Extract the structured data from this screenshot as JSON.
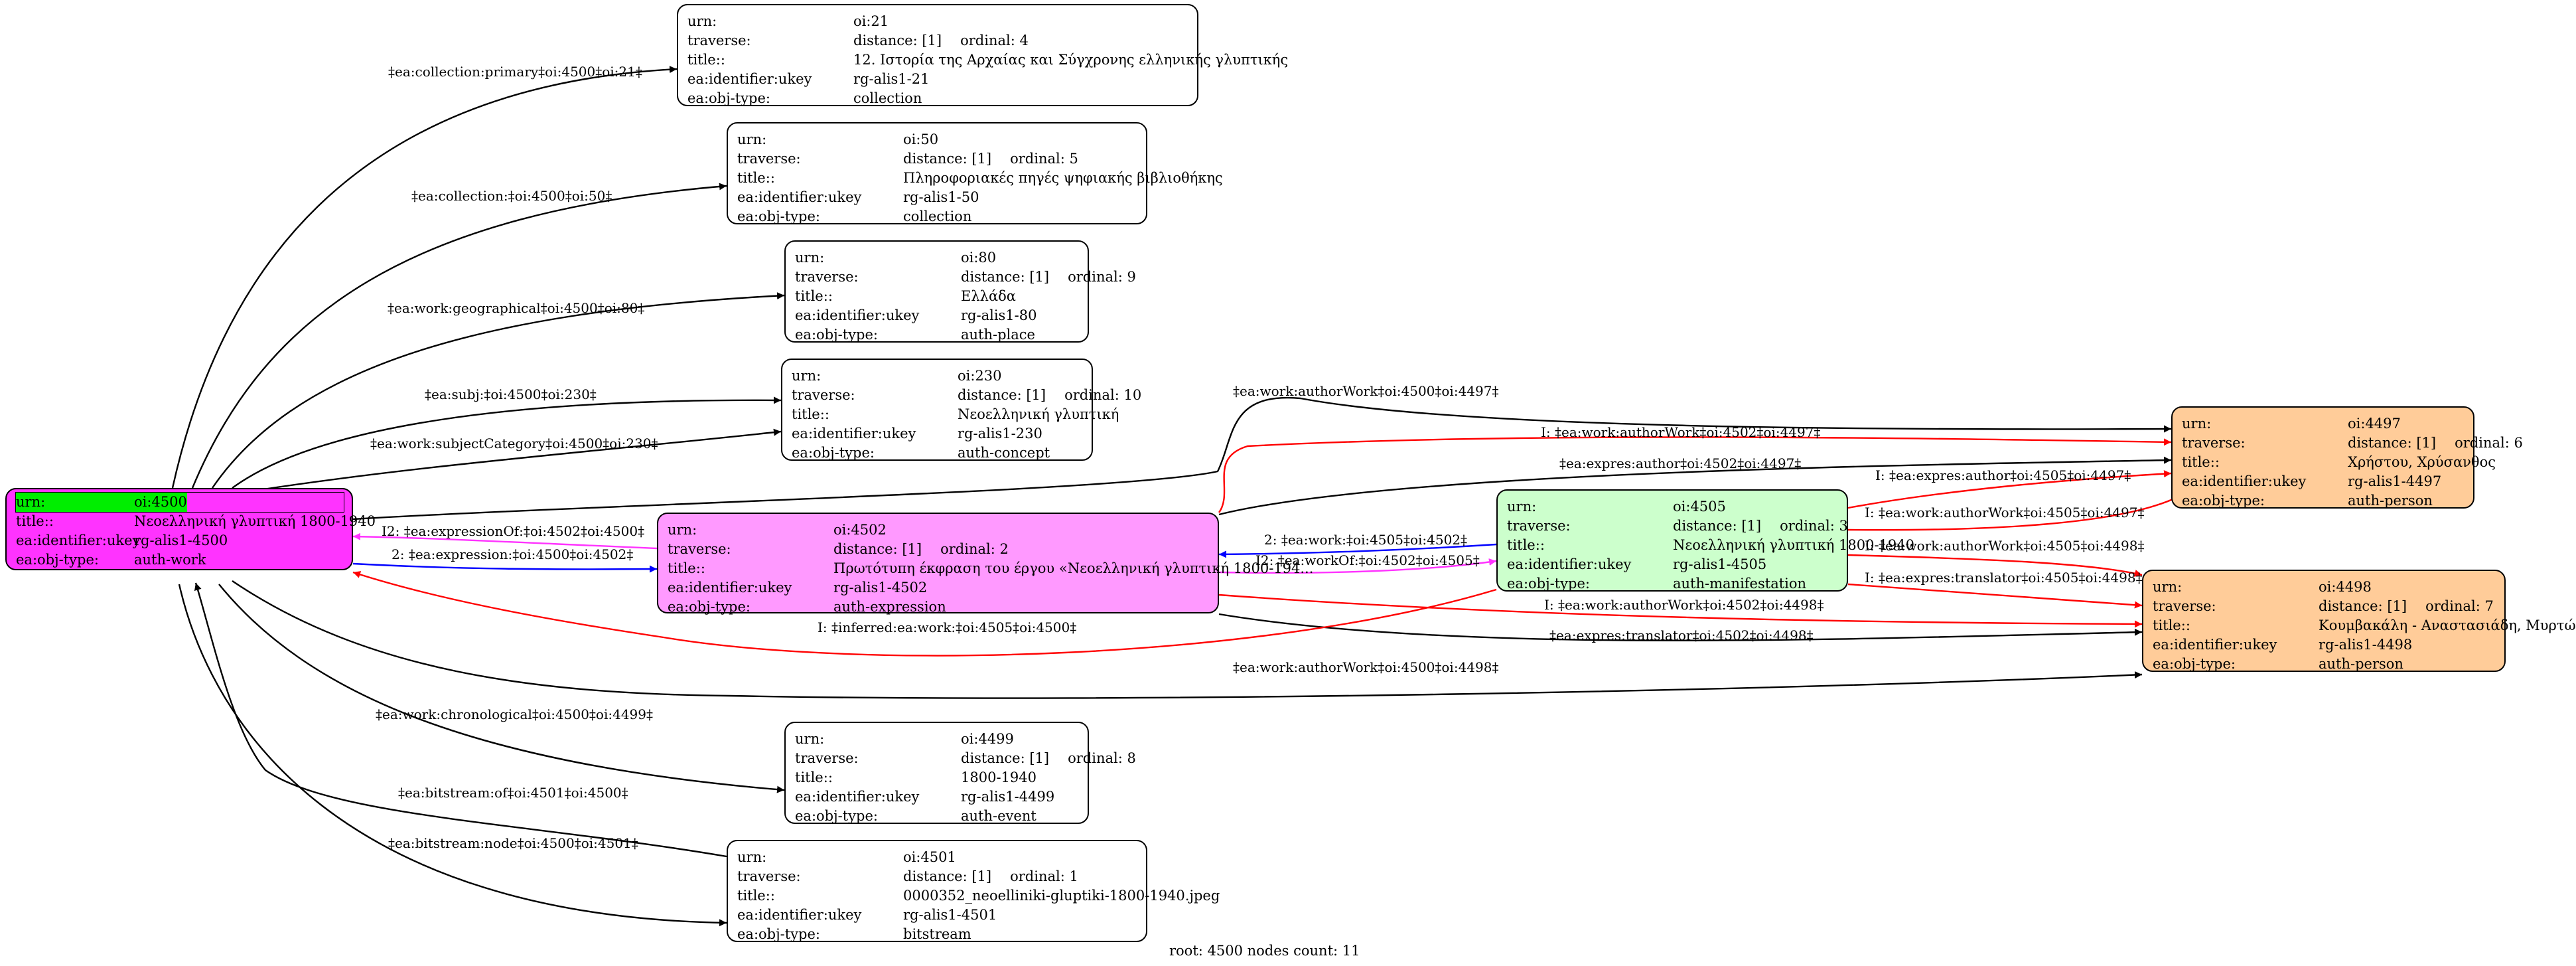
{
  "nodes": {
    "n21": {
      "urn": "oi:21",
      "traverse": {
        "distance": "distance: [1]",
        "ordinal": "ordinal: 4"
      },
      "title": "12. Ιστορία της Αρχαίας και Σύγχρονης ελληνικής γλυπτικής",
      "ukey": "rg-alis1-21",
      "objtype": "collection",
      "fill": "#ffffff"
    },
    "n50": {
      "urn": "oi:50",
      "traverse": {
        "distance": "distance: [1]",
        "ordinal": "ordinal: 5"
      },
      "title": "Πληροφοριακές πηγές ψηφιακής βιβλιοθήκης",
      "ukey": "rg-alis1-50",
      "objtype": "collection",
      "fill": "#ffffff"
    },
    "n80": {
      "urn": "oi:80",
      "traverse": {
        "distance": "distance: [1]",
        "ordinal": "ordinal: 9"
      },
      "title": "Ελλάδα",
      "ukey": "rg-alis1-80",
      "objtype": "auth-place",
      "fill": "#ffffff"
    },
    "n230": {
      "urn": "oi:230",
      "traverse": {
        "distance": "distance: [1]",
        "ordinal": "ordinal: 10"
      },
      "title": "Νεοελληνική γλυπτική",
      "ukey": "rg-alis1-230",
      "objtype": "auth-concept",
      "fill": "#ffffff"
    },
    "n4500": {
      "urn": "oi:4500",
      "title": "Νεοελληνική γλυπτική 1800-1940",
      "ukey": "rg-alis1-4500",
      "objtype": "auth-work",
      "fill": "#ff33ff",
      "highlight": "#00ee00"
    },
    "n4502": {
      "urn": "oi:4502",
      "traverse": {
        "distance": "distance: [1]",
        "ordinal": "ordinal: 2"
      },
      "title": "Πρωτότυπη έκφραση του έργου «Νεοελληνική γλυπτική 1800-194...",
      "ukey": "rg-alis1-4502",
      "objtype": "auth-expression",
      "fill": "#ff99ff"
    },
    "n4505": {
      "urn": "oi:4505",
      "traverse": {
        "distance": "distance: [1]",
        "ordinal": "ordinal: 3"
      },
      "title": "Νεοελληνική γλυπτική 1800-1940",
      "ukey": "rg-alis1-4505",
      "objtype": "auth-manifestation",
      "fill": "#ccffcc"
    },
    "n4497": {
      "urn": "oi:4497",
      "traverse": {
        "distance": "distance: [1]",
        "ordinal": "ordinal: 6"
      },
      "title": "Χρήστου, Χρύσανθος",
      "ukey": "rg-alis1-4497",
      "objtype": "auth-person",
      "fill": "#ffcc99"
    },
    "n4498": {
      "urn": "oi:4498",
      "traverse": {
        "distance": "distance: [1]",
        "ordinal": "ordinal: 7"
      },
      "title": "Κουμβακάλη - Αναστασιάδη, Μυρτώ",
      "ukey": "rg-alis1-4498",
      "objtype": "auth-person",
      "fill": "#ffcc99"
    },
    "n4499": {
      "urn": "oi:4499",
      "traverse": {
        "distance": "distance: [1]",
        "ordinal": "ordinal: 8"
      },
      "title": "1800-1940",
      "ukey": "rg-alis1-4499",
      "objtype": "auth-event",
      "fill": "#ffffff"
    },
    "n4501": {
      "urn": "oi:4501",
      "traverse": {
        "distance": "distance: [1]",
        "ordinal": "ordinal: 1"
      },
      "title": "0000352_neoelliniki-gluptiki-1800-1940.jpeg",
      "ukey": "rg-alis1-4501",
      "objtype": "bitstream",
      "fill": "#ffffff"
    }
  },
  "keys": {
    "urn": "urn:",
    "traverse": "traverse:",
    "title": "title::",
    "ukey": "ea:identifier:ukey",
    "objtype": "ea:obj-type:"
  },
  "edges": {
    "e1": {
      "label": "‡ea:collection:primary‡oi:4500‡oi:21‡",
      "color": "#000000"
    },
    "e2": {
      "label": "‡ea:collection:‡oi:4500‡oi:50‡",
      "color": "#000000"
    },
    "e3": {
      "label": "‡ea:work:geographical‡oi:4500‡oi:80‡",
      "color": "#000000"
    },
    "e4": {
      "label": "‡ea:subj:‡oi:4500‡oi:230‡",
      "color": "#000000"
    },
    "e5": {
      "label": "‡ea:work:subjectCategory‡oi:4500‡oi:230‡",
      "color": "#000000"
    },
    "e6": {
      "label": "‡ea:work:authorWork‡oi:4500‡oi:4497‡",
      "color": "#000000"
    },
    "e7": {
      "label": "I: ‡ea:work:authorWork‡oi:4502‡oi:4497‡",
      "color": "#ff0000"
    },
    "e8": {
      "label": "‡ea:expres:author‡oi:4502‡oi:4497‡",
      "color": "#000000"
    },
    "e9": {
      "label": "I: ‡ea:expres:author‡oi:4505‡oi:4497‡",
      "color": "#ff0000"
    },
    "e10": {
      "label": "I: ‡ea:work:authorWork‡oi:4505‡oi:4497‡",
      "color": "#ff0000"
    },
    "e11": {
      "label": "I2: ‡ea:expressionOf:‡oi:4502‡oi:4500‡",
      "color": "#ff33ff"
    },
    "e12": {
      "label": "2: ‡ea:expression:‡oi:4500‡oi:4502‡",
      "color": "#0000ff"
    },
    "e13": {
      "label": "2: ‡ea:work:‡oi:4505‡oi:4502‡",
      "color": "#0000ff"
    },
    "e14": {
      "label": "I2: ‡ea:workOf:‡oi:4502‡oi:4505‡",
      "color": "#ff33ff"
    },
    "e15": {
      "label": "I: ‡ea:work:authorWork‡oi:4505‡oi:4498‡",
      "color": "#ff0000"
    },
    "e16": {
      "label": "I: ‡ea:expres:translator‡oi:4505‡oi:4498‡",
      "color": "#ff0000"
    },
    "e17": {
      "label": "I: ‡ea:work:authorWork‡oi:4502‡oi:4498‡",
      "color": "#ff0000"
    },
    "e18": {
      "label": "‡ea:expres:translator‡oi:4502‡oi:4498‡",
      "color": "#000000"
    },
    "e19": {
      "label": "I: ‡inferred:ea:work:‡oi:4505‡oi:4500‡",
      "color": "#ff0000"
    },
    "e20": {
      "label": "‡ea:work:authorWork‡oi:4500‡oi:4498‡",
      "color": "#000000"
    },
    "e21": {
      "label": "‡ea:work:chronological‡oi:4500‡oi:4499‡",
      "color": "#000000"
    },
    "e22": {
      "label": "‡ea:bitstream:of‡oi:4501‡oi:4500‡",
      "color": "#000000"
    },
    "e23": {
      "label": "‡ea:bitstream:node‡oi:4500‡oi:4501‡",
      "color": "#000000"
    }
  },
  "footer": "root: 4500 nodes count: 11"
}
